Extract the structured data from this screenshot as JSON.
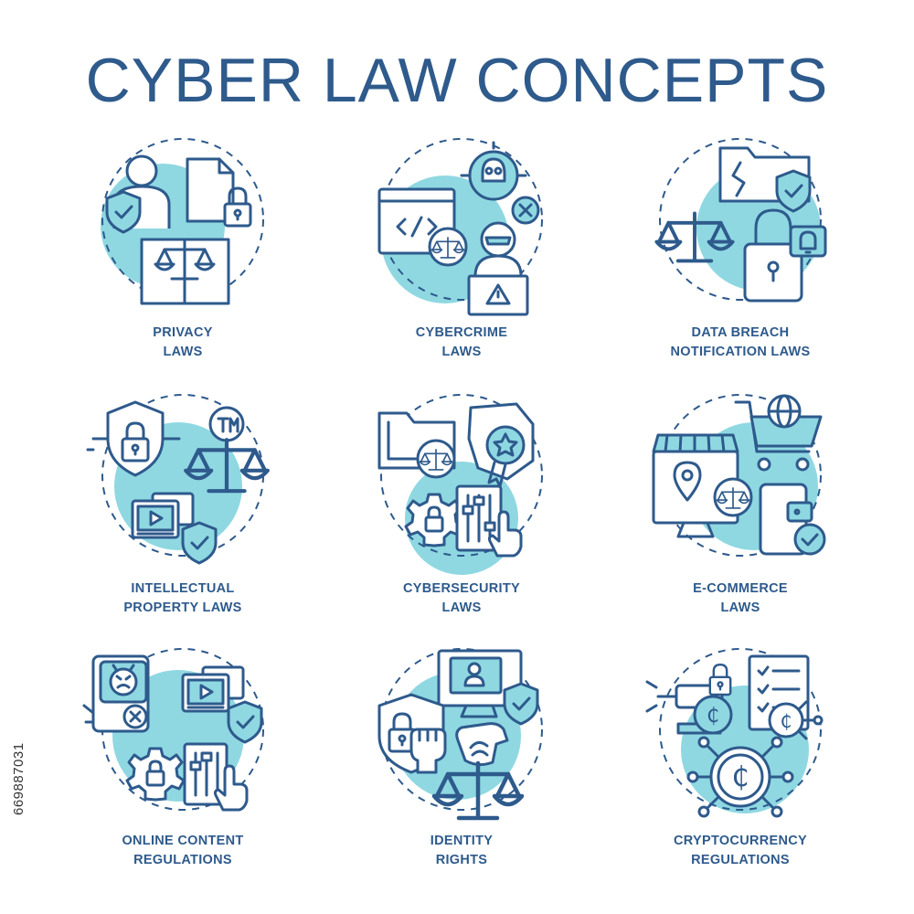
{
  "title": "CYBER LAW CONCEPTS",
  "colors": {
    "primary": "#2e5a8c",
    "accent": "#8fd8e2",
    "background": "#ffffff"
  },
  "stock_id": "669887031",
  "concepts": [
    {
      "line1": "PRIVACY",
      "line2": "LAWS",
      "icons": [
        "person-icon",
        "shield-check-icon",
        "document-icon",
        "padlock-icon",
        "scales-icon",
        "book-icon"
      ]
    },
    {
      "line1": "CYBERCRIME",
      "line2": "LAWS",
      "icons": [
        "code-window-icon",
        "skull-icon",
        "close-circle-icon",
        "scales-icon",
        "hacker-icon",
        "warning-icon"
      ]
    },
    {
      "line1": "DATA BREACH",
      "line2": "NOTIFICATION LAWS",
      "icons": [
        "broken-folder-icon",
        "shield-check-icon",
        "scales-icon",
        "padlock-open-icon",
        "bell-icon"
      ]
    },
    {
      "line1": "INTELLECTUAL",
      "line2": "PROPERTY LAWS",
      "icons": [
        "shield-lock-icon",
        "trademark-icon",
        "scales-icon",
        "video-player-icon",
        "shield-check-icon"
      ]
    },
    {
      "line1": "CYBERSECURITY",
      "line2": "LAWS",
      "icons": [
        "folder-icon",
        "scales-icon",
        "badge-star-icon",
        "gear-lock-icon",
        "control-panel-icon",
        "hand-pointer-icon"
      ]
    },
    {
      "line1": "E-COMMERCE",
      "line2": "LAWS",
      "icons": [
        "shopping-cart-icon",
        "globe-icon",
        "storefront-icon",
        "location-pin-icon",
        "scales-icon",
        "wallet-phone-icon",
        "check-circle-icon"
      ]
    },
    {
      "line1": "ONLINE CONTENT",
      "line2": "REGULATIONS",
      "icons": [
        "smartphone-icon",
        "angry-face-icon",
        "close-circle-icon",
        "video-player-icon",
        "shield-check-icon",
        "gear-lock-icon",
        "hand-pointer-icon"
      ]
    },
    {
      "line1": "IDENTITY",
      "line2": "RIGHTS",
      "icons": [
        "profile-monitor-icon",
        "shield-check-icon",
        "shield-lock-icon",
        "raised-fist-icon",
        "fingerprint-hand-icon",
        "scales-icon"
      ]
    },
    {
      "line1": "CRYPTOCURRENCY",
      "line2": "REGULATIONS",
      "icons": [
        "gavel-icon",
        "padlock-icon",
        "checklist-icon",
        "crypto-coin-icon",
        "blockchain-coin-icon"
      ]
    }
  ]
}
